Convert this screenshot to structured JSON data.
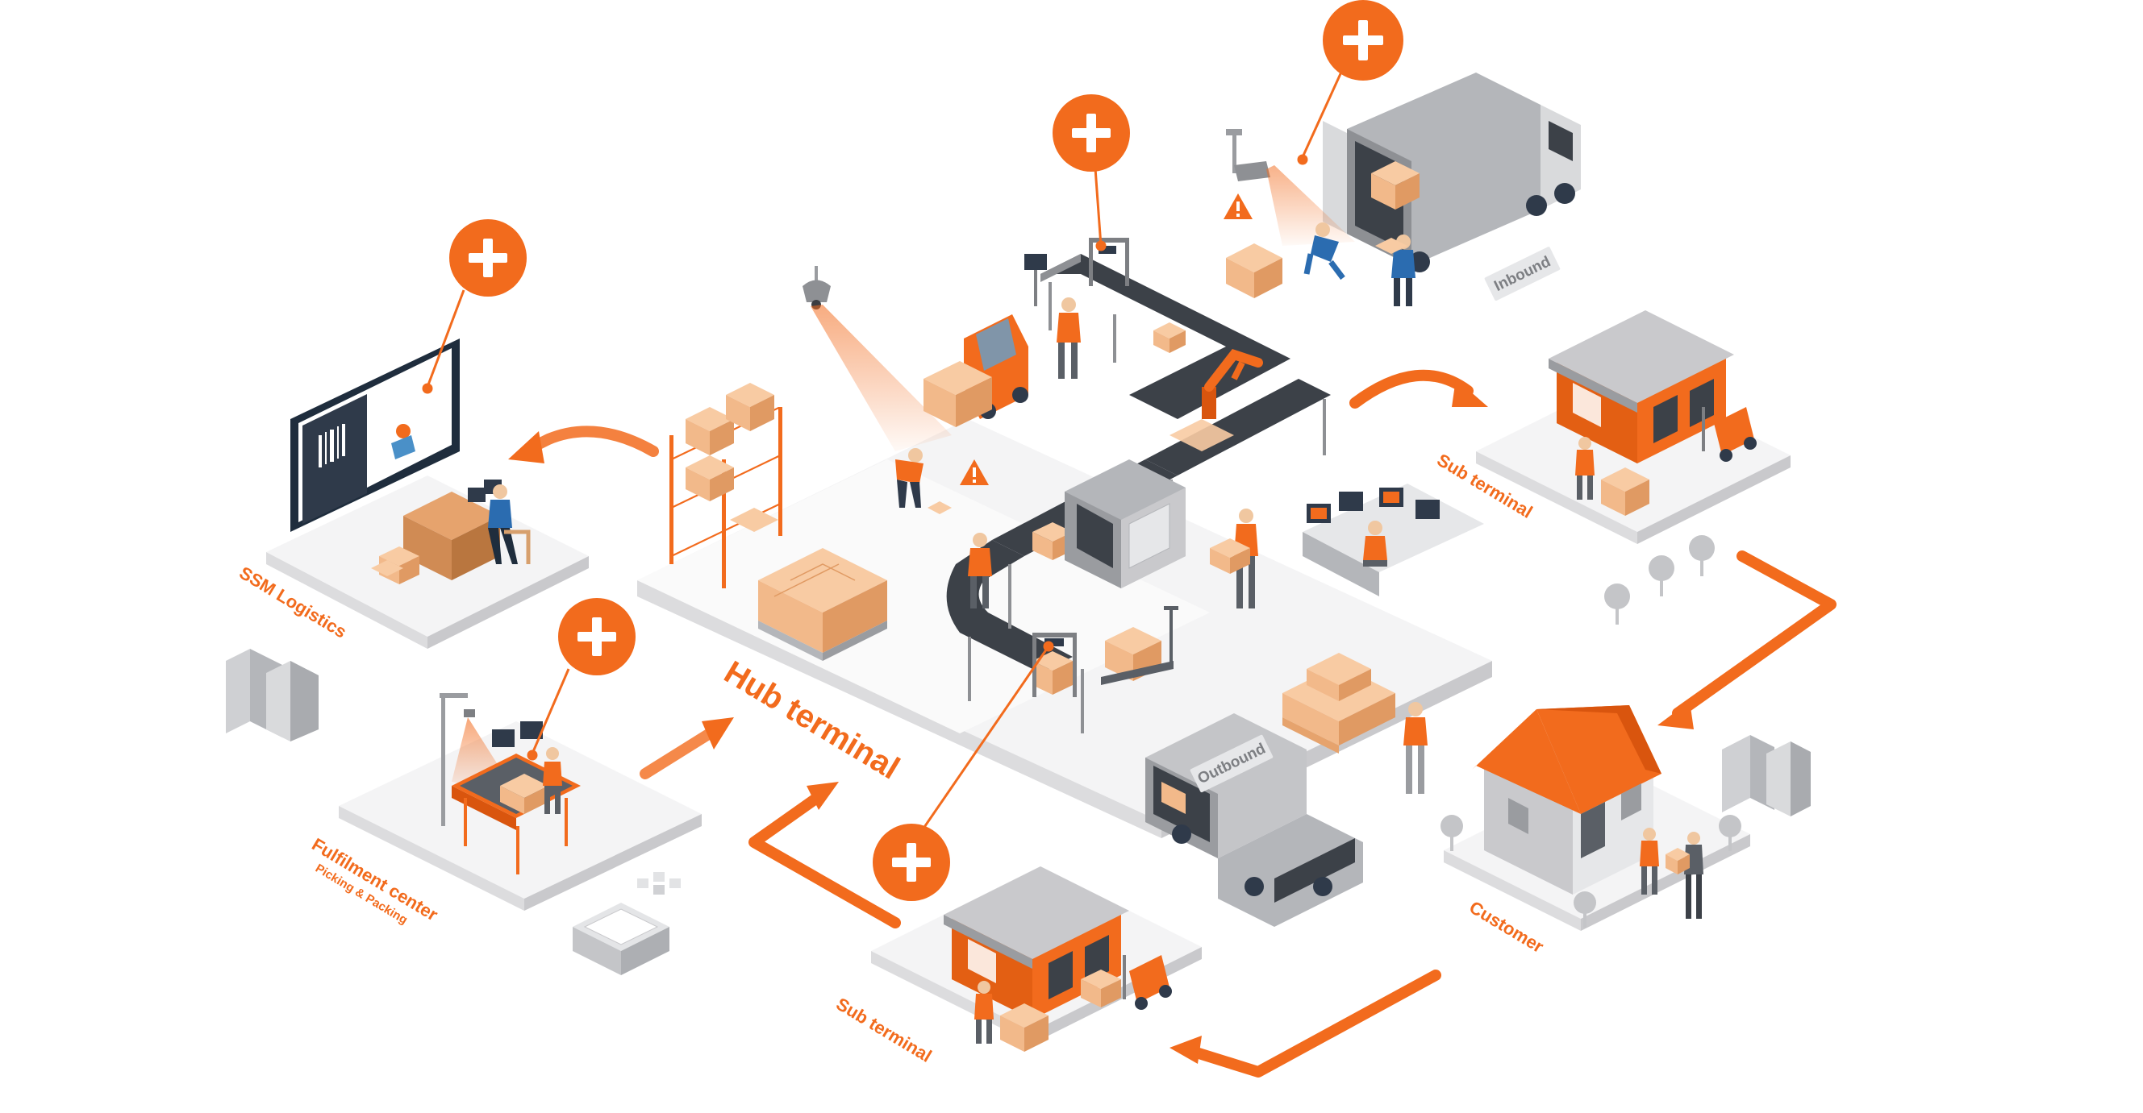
{
  "colors": {
    "accent": "#f26b1d",
    "accent_dark": "#d9550e",
    "accent_light": "#ffb07a",
    "platform": "#f4f4f5",
    "platform_side": "#dcdcde",
    "grey": "#bfc0c2",
    "grey_dark": "#7d7f83",
    "box": "#f2b98a",
    "box_side": "#e09a63",
    "dark": "#2f3a4a"
  },
  "labels": {
    "hub_terminal": "Hub terminal",
    "ssm_logistics": "SSM Logistics",
    "fulfilment_center": "Fulfilment center",
    "fulfilment_sub": "Picking & Packing",
    "sub_terminal_top": "Sub terminal",
    "sub_terminal_bottom": "Sub terminal",
    "customer": "Customer",
    "inbound": "Inbound",
    "outbound": "Outbound"
  },
  "hotspots": [
    {
      "id": "truck-camera",
      "symbol": "+"
    },
    {
      "id": "scanner",
      "symbol": "+"
    },
    {
      "id": "ssm-monitor",
      "symbol": "+"
    },
    {
      "id": "fulfilment-camera",
      "symbol": "+"
    },
    {
      "id": "conveyor-scanner",
      "symbol": "+"
    }
  ],
  "icons": {
    "plus": "plus-icon",
    "warning": "warning-icon",
    "arrow": "flow-arrow-icon"
  }
}
